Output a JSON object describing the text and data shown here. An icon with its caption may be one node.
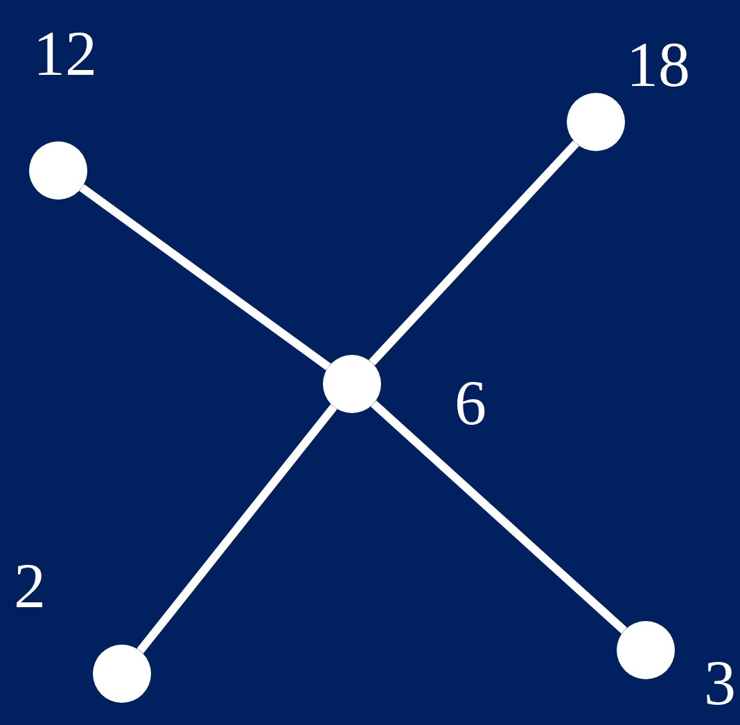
{
  "diagram": {
    "nodes": [
      {
        "text": [],
        "shape": "circle",
        "beside": [
          "12"
        ]
      },
      {
        "text": [],
        "shape": "circle",
        "beside": [
          "18"
        ]
      },
      {
        "text": [],
        "shape": "circle",
        "beside": [
          "6"
        ]
      },
      {
        "text": [],
        "shape": "circle",
        "beside": [
          "2"
        ]
      },
      {
        "text": [],
        "shape": "circle",
        "beside": [
          "3"
        ]
      }
    ],
    "edges": [
      {
        "from": 0,
        "to": 2,
        "arrow": "none"
      },
      {
        "from": 1,
        "to": 2,
        "arrow": "none"
      },
      {
        "from": 2,
        "to": 3,
        "arrow": "none"
      },
      {
        "from": 2,
        "to": 4,
        "arrow": "none"
      }
    ]
  }
}
